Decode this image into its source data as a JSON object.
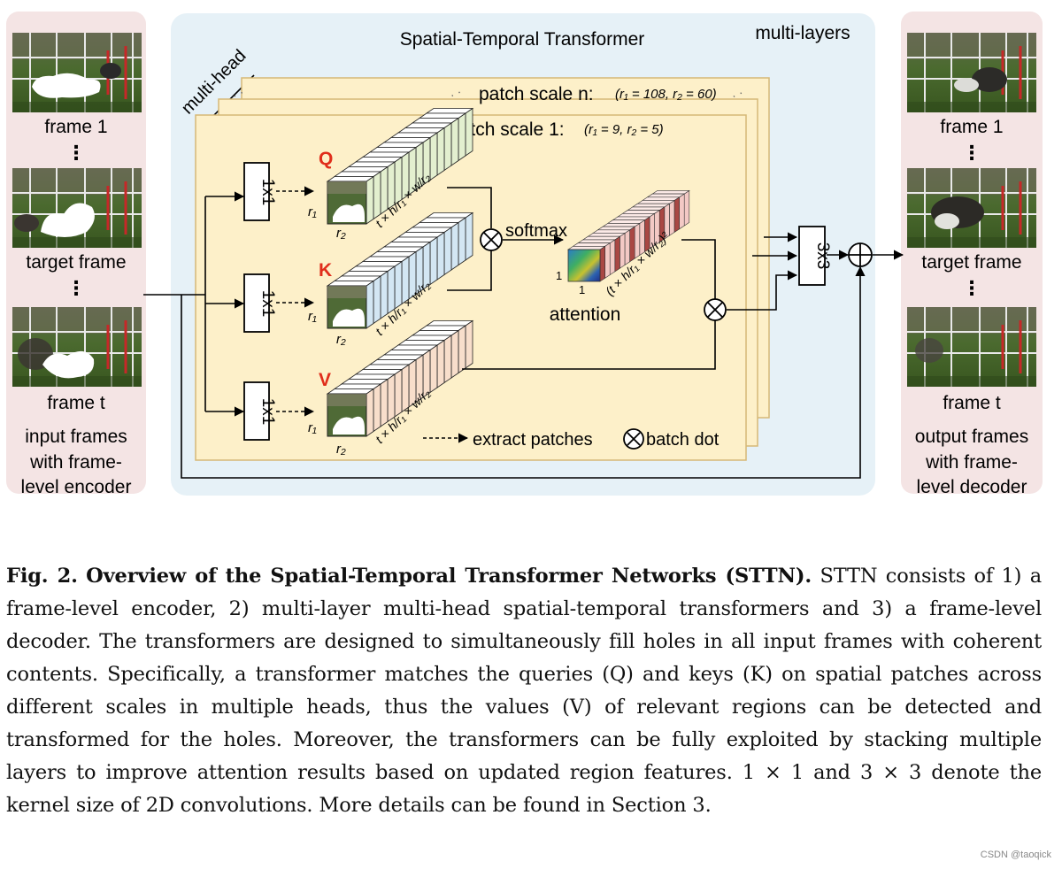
{
  "panels": {
    "left": {
      "frames": [
        "frame 1",
        "target frame",
        "frame t"
      ],
      "ellipsis": "⋮",
      "caption_lines": [
        "input frames",
        "with frame-",
        "level encoder"
      ]
    },
    "right": {
      "frames": [
        "frame 1",
        "target frame",
        "frame t"
      ],
      "ellipsis": "⋮",
      "caption_lines": [
        "output frames",
        "with frame-",
        "level decoder"
      ]
    }
  },
  "transformer": {
    "title": "Spatial-Temporal Transformer",
    "multi_layers": "multi-layers",
    "multi_head": "multi-head",
    "scale_n_label": "patch scale n:",
    "scale_n_params": "(r₁ = 108, r₂ = 60)",
    "scale_1_label": "patch scale 1:",
    "scale_1_params": "(r₁ = 9, r₂ = 5)",
    "q_label": "Q",
    "k_label": "K",
    "v_label": "V",
    "conv_1x1": "1x1",
    "conv_3x3": "3x3",
    "r1": "r₁",
    "r2": "r₂",
    "patch_dim": "t × h/r₁ × w/r₂",
    "softmax": "softmax",
    "attention": "attention",
    "attn_dim": "(t × h/r₁ × w/r₂)²",
    "one": "1",
    "ellipsis_dots": "·  ·",
    "legend_extract": "extract patches",
    "legend_batch": "batch dot"
  },
  "caption": {
    "label": "Fig. 2.",
    "title": "Overview of the Spatial-Temporal Transformer Networks (STTN).",
    "text": " STTN consists of 1) a frame-level encoder, 2) multi-layer multi-head spatial-temporal transformers and 3) a frame-level decoder. The transformers are designed to simultaneously fill holes in all input frames with coherent contents. Specifically, a transformer matches the queries (Q) and keys (K) on spatial patches across different scales in multiple heads, thus the values (V) of relevant regions can be detected and transformed for the holes. Moreover, the transformers can be fully exploited by stacking multiple layers to improve attention results based on updated region features. 1 × 1 and 3 × 3 denote the kernel size of 2D convolutions. More details can be found in Section 3."
  },
  "watermark": "CSDN @taoqick",
  "colors": {
    "side_panel": "#f4e4e4",
    "transformer_bg": "#e6f1f7",
    "card_bg": "#fdf0c9",
    "card_border": "#d5b877",
    "qkv_label": "#e02d1b",
    "q_stripes": "#e3efcf",
    "k_stripes": "#d3e6f3",
    "v_stripes": "#f8decb",
    "attn_stripes": "#f3c9c5"
  }
}
